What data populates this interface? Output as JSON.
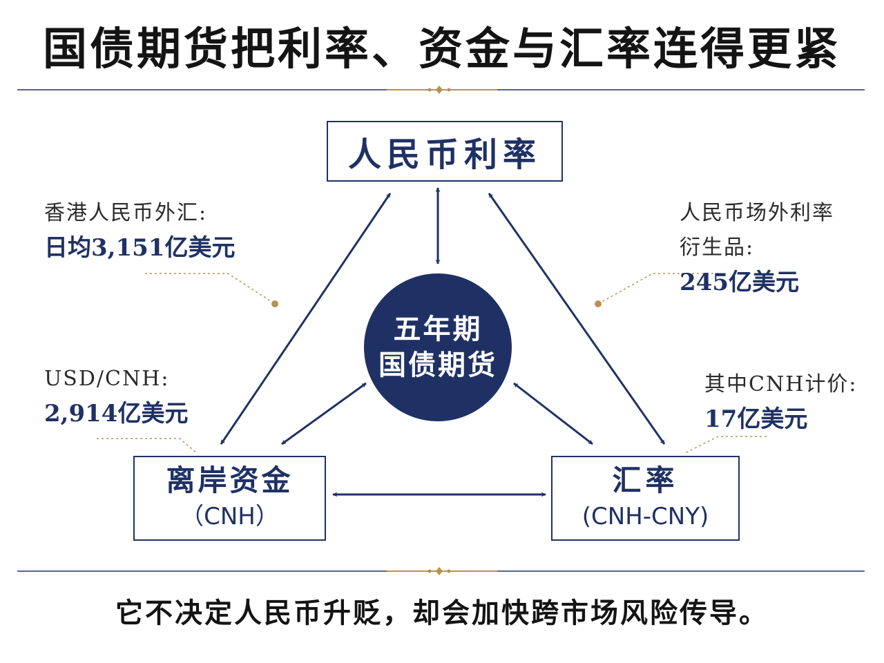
{
  "title": "国债期货把利率、资金与汇率连得更紧",
  "footer": "它不决定人民币升贬，却会加快跨市场风险传导。",
  "colors": {
    "navy": "#1f3164",
    "gold": "#b8914f",
    "text": "#1a1a1a"
  },
  "nodes": {
    "rate": {
      "label": "人民币利率"
    },
    "center": {
      "line1": "五年期",
      "line2": "国债期货"
    },
    "cnh": {
      "label": "离岸资金",
      "sub": "（CNH）"
    },
    "fx": {
      "label": "汇率",
      "sub": "(CNH-CNY)"
    }
  },
  "annotations": {
    "hk_fx": {
      "label": "香港人民币外汇:",
      "value": "日均3,151亿美元"
    },
    "otc_rate": {
      "label_line1": "人民币场外利率",
      "label_line2": "衍生品:",
      "value": "245亿美元"
    },
    "usd_cnh": {
      "label": "USD/CNH:",
      "value": "2,914亿美元"
    },
    "cnh_priced": {
      "label": "其中CNH计价:",
      "value": "17亿美元"
    }
  }
}
